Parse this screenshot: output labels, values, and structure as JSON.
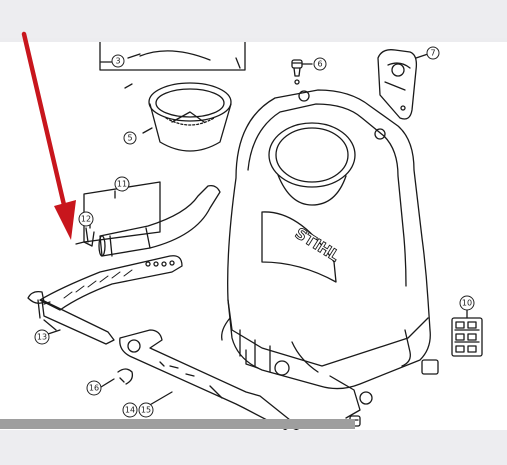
{
  "figure": {
    "brand_logo": "STIHL",
    "arrow_color": "#c8161d",
    "line_color": "#1a1a1a"
  },
  "callouts": {
    "c3": "3",
    "c5": "5",
    "c6": "6",
    "c7": "7",
    "c10": "10",
    "c11": "11",
    "c12": "12",
    "c13": "13",
    "c14": "14",
    "c15": "15",
    "c16": "16"
  }
}
